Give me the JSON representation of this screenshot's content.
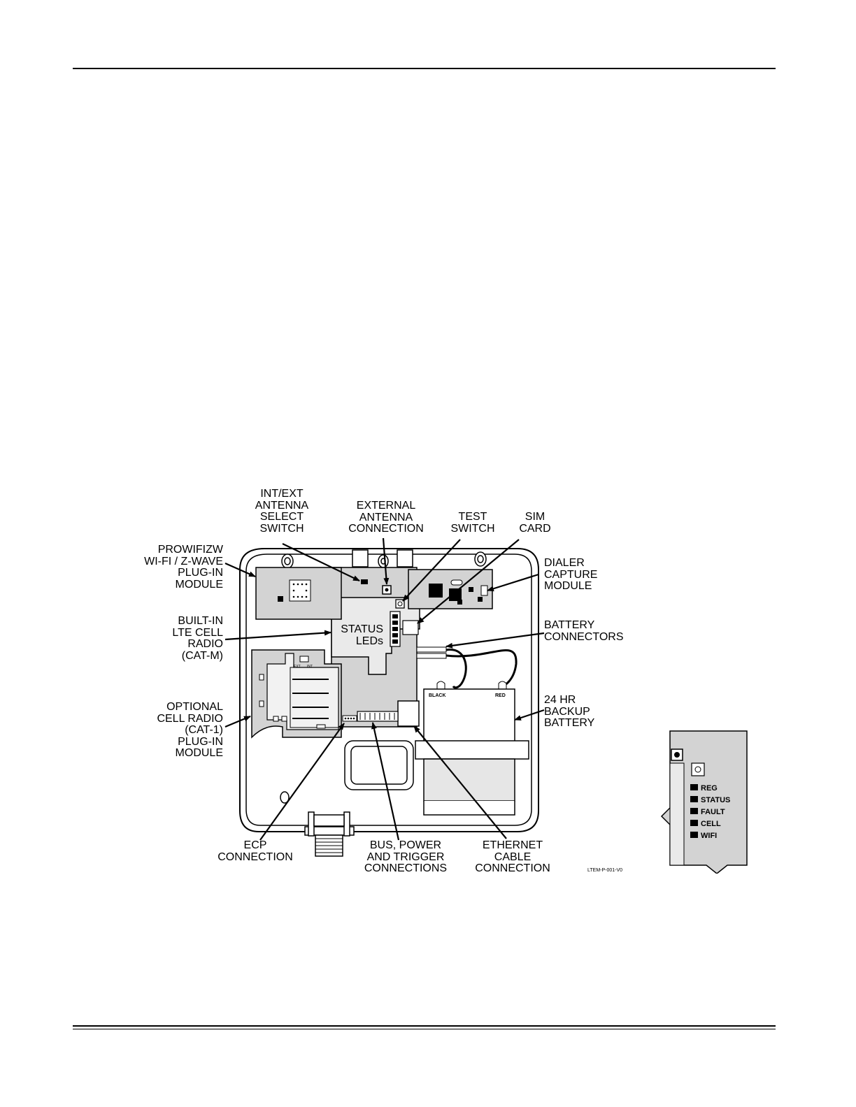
{
  "labels": {
    "int_ext_switch": "INT/EXT\nANTENNA\nSELECT\nSWITCH",
    "external_antenna": "EXTERNAL\nANTENNA\nCONNECTION",
    "test_switch": "TEST\nSWITCH",
    "sim_card": "SIM\nCARD",
    "prowifizw": "PROWIFIZW\nWI-FI / Z-WAVE\nPLUG-IN\nMODULE",
    "dialer_capture": "DIALER\nCAPTURE\nMODULE",
    "built_in_lte": "BUILT-IN\nLTE CELL\nRADIO\n(CAT-M)",
    "battery_connectors": "BATTERY\nCONNECTORS",
    "optional_cell_radio": "OPTIONAL\nCELL RADIO\n(CAT-1)\nPLUG-IN\nMODULE",
    "backup_battery": "24 HR\nBACKUP\nBATTERY",
    "ecp_connection": "ECP\nCONNECTION",
    "bus_power": "BUS, POWER\nAND TRIGGER\nCONNECTIONS",
    "ethernet": "ETHERNET\nCABLE\nCONNECTION",
    "status_leds": "STATUS\nLEDs"
  },
  "board_marks": {
    "black": "BLACK",
    "red": "RED",
    "ext": "EXT",
    "int": "INT"
  },
  "figure_code": "LTEM-P-001-V0",
  "led_legend": [
    "REG",
    "STATUS",
    "FAULT",
    "CELL",
    "WIFI"
  ]
}
